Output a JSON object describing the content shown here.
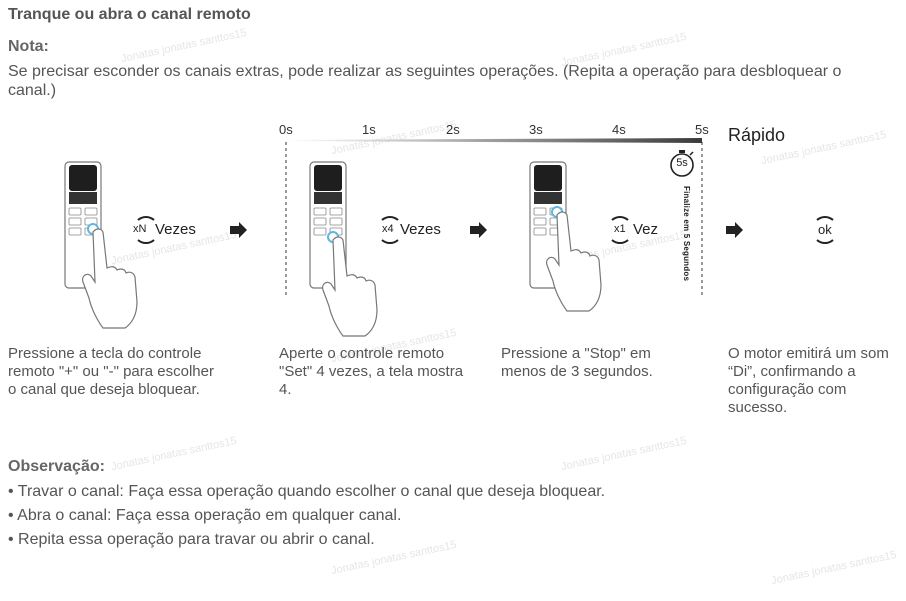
{
  "title": "Tranque ou abra o canal remoto",
  "note": {
    "label": "Nota:",
    "text": "Se precisar esconder os canais extras, pode realizar as seguintes operações.  (Repita a operação para desbloquear o canal.)"
  },
  "timeline": {
    "ticks": [
      "0s",
      "1s",
      "2s",
      "3s",
      "4s",
      "5s"
    ],
    "fast_label": "Rápido",
    "timer_label": "5s",
    "vertical_note": "Finalize em 5 Segundos"
  },
  "steps": [
    {
      "count": "xN",
      "times": "Vezes",
      "caption": "Pressione a tecla do controle remoto \"+\" ou \"-\" para escolher o canal que deseja bloquear."
    },
    {
      "count": "x4",
      "times": "Vezes",
      "caption": "Aperte o controle remoto \"Set\" 4 vezes, a tela mostra 4."
    },
    {
      "count": "x1",
      "times": "Vez",
      "caption": "Pressione a \"Stop\" em menos de 3 segundos."
    },
    {
      "ok": "ok",
      "caption": "O motor emitirá um som “Di”, confirmando a configuração com sucesso."
    }
  ],
  "observations": {
    "label": "Observação:",
    "items": [
      "• Travar o canal: Faça essa operação quando escolher o canal que deseja bloquear.",
      "• Abra o canal: Faça essa operação em qualquer canal.",
      "• Repita essa operação para travar ou abrir o canal."
    ]
  },
  "watermark": "Jonatas jonatas santtos15",
  "colors": {
    "text": "#555555",
    "dark": "#222222",
    "highlight": "#5bb8e0"
  }
}
